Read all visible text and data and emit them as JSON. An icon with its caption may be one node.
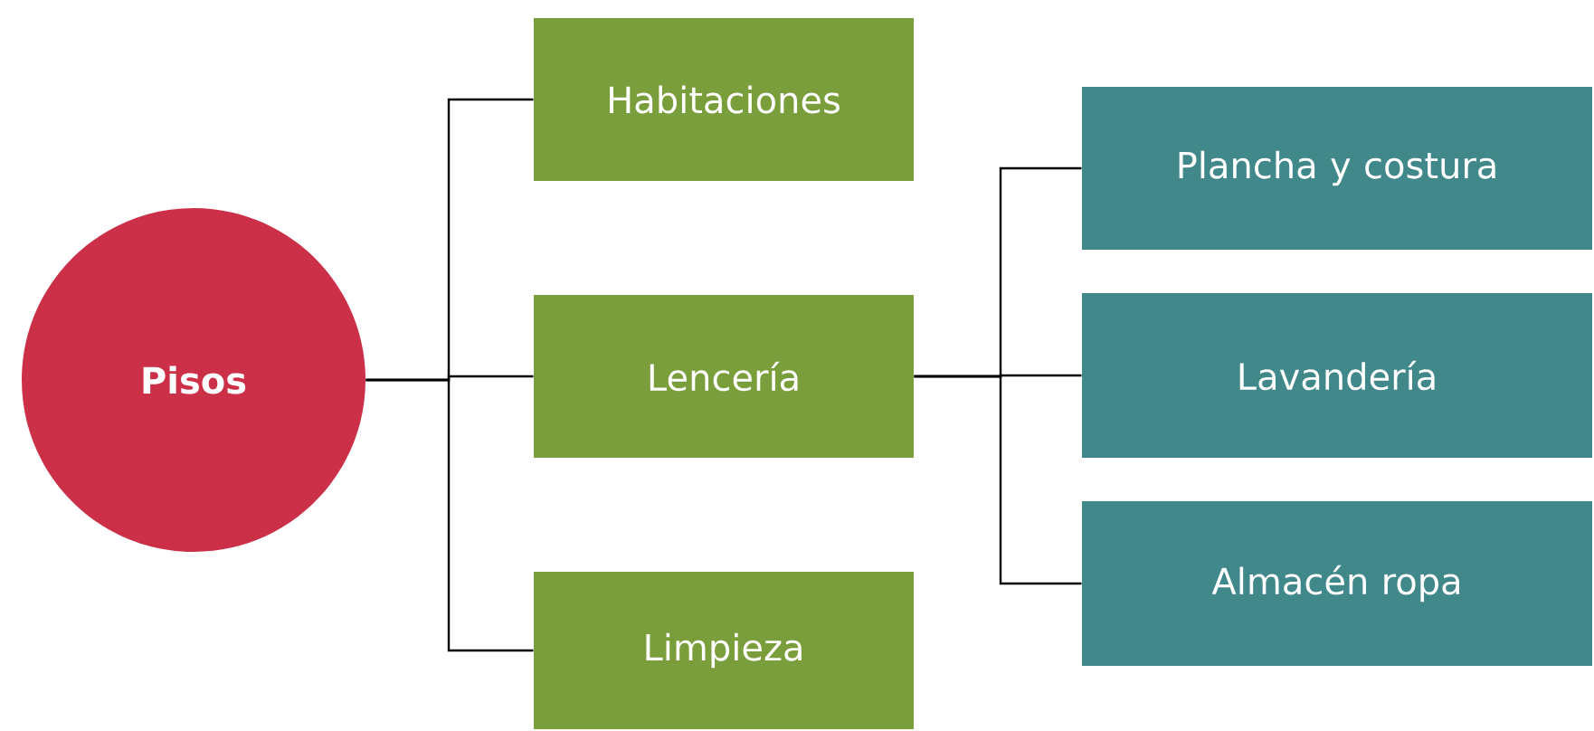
{
  "diagram": {
    "nodes": [
      {
        "text": [
          "Pisos"
        ]
      },
      {
        "text": [
          "Habitaciones"
        ]
      },
      {
        "text": [
          "Lencería"
        ]
      },
      {
        "text": [
          "Limpieza"
        ]
      },
      {
        "text": [
          "Plancha y costura"
        ]
      },
      {
        "text": [
          "Lavandería"
        ]
      },
      {
        "text": [
          "Almacén ropa"
        ]
      }
    ],
    "edges": [
      {
        "from": 0,
        "to": 1,
        "arrow": "none"
      },
      {
        "from": 0,
        "to": 2,
        "arrow": "none"
      },
      {
        "from": 0,
        "to": 3,
        "arrow": "none"
      },
      {
        "from": 2,
        "to": 4,
        "arrow": "none"
      },
      {
        "from": 2,
        "to": 5,
        "arrow": "none"
      },
      {
        "from": 2,
        "to": 6,
        "arrow": "none"
      }
    ]
  }
}
